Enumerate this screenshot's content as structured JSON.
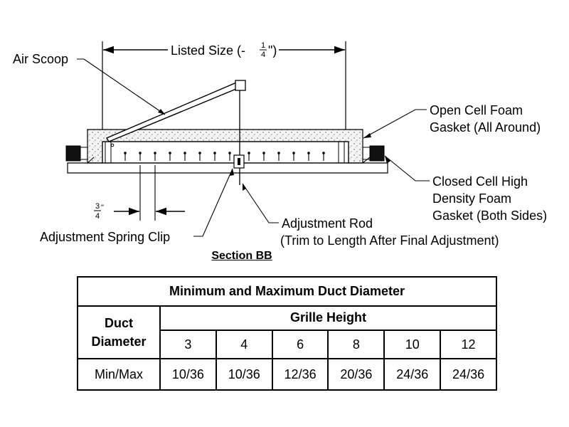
{
  "labels": {
    "listed_size": "Listed Size (-",
    "listed_size_num": "1",
    "listed_size_den": "4",
    "listed_size_close": "\")",
    "air_scoop": "Air Scoop",
    "open_cell_1": "Open Cell Foam",
    "open_cell_2": "Gasket (All Around)",
    "closed_cell_1": "Closed Cell High",
    "closed_cell_2": "Density Foam",
    "closed_cell_3": "Gasket (Both Sides)",
    "adj_rod_1": "Adjustment Rod",
    "adj_rod_2": "(Trim to Length After Final Adjustment)",
    "spring_clip": "Adjustment Spring Clip",
    "dim_num": "3",
    "dim_den": "4",
    "dim_unit": "\""
  },
  "section_title": "Section BB",
  "table": {
    "title": "Minimum and Maximum Duct Diameter",
    "row_header_1": "Duct",
    "row_header_2": "Diameter",
    "col_group": "Grille Height",
    "heights": [
      "3",
      "4",
      "6",
      "8",
      "10",
      "12"
    ],
    "row_label": "Min/Max",
    "values": [
      "10/36",
      "10/36",
      "12/36",
      "20/36",
      "24/36",
      "24/36"
    ]
  }
}
